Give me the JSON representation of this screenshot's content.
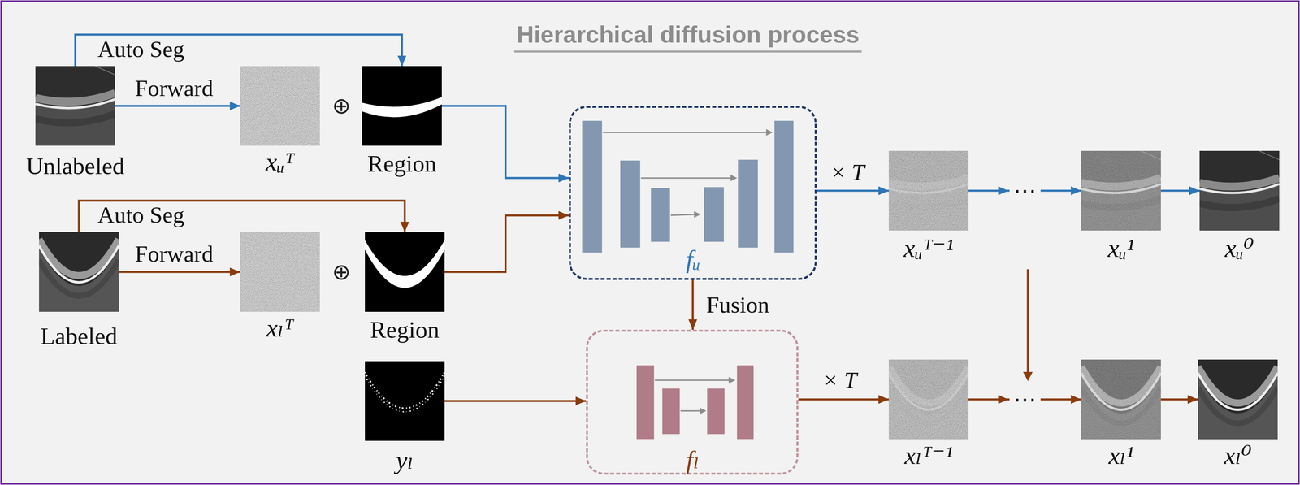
{
  "diagram": {
    "title": "Hierarchical diffusion process",
    "nodes": [
      {
        "text": [
          "Unlabeled"
        ]
      },
      {
        "text": [
          "xᵤᵀ"
        ]
      },
      {
        "text": [
          "Region"
        ]
      },
      {
        "text": [
          "Labeled"
        ]
      },
      {
        "text": [
          "xₗᵀ"
        ]
      },
      {
        "text": [
          "Region"
        ]
      },
      {
        "text": [
          "yₗ"
        ]
      },
      {
        "text": [
          "fᵤ"
        ]
      },
      {
        "text": [
          "fₗ"
        ]
      },
      {
        "text": [
          "xᵤᵀ⁻¹"
        ]
      },
      {
        "text": [
          "xᵤ¹"
        ]
      },
      {
        "text": [
          "xᵤ⁰"
        ]
      },
      {
        "text": [
          "xₗᵀ⁻¹"
        ]
      },
      {
        "text": [
          "xₗ¹"
        ]
      },
      {
        "text": [
          "xₗ⁰"
        ]
      }
    ],
    "edges": [
      {
        "from": 0,
        "to": 2,
        "label": "Auto Seg",
        "arrow": "to"
      },
      {
        "from": 0,
        "to": 1,
        "label": "Forward",
        "arrow": "to"
      },
      {
        "from": 2,
        "to": 7,
        "arrow": "to"
      },
      {
        "from": 3,
        "to": 5,
        "label": "Auto Seg",
        "arrow": "to"
      },
      {
        "from": 3,
        "to": 4,
        "label": "Forward",
        "arrow": "to"
      },
      {
        "from": 5,
        "to": 7,
        "arrow": "to"
      },
      {
        "from": 6,
        "to": 8,
        "arrow": "to"
      },
      {
        "from": 7,
        "to": 8,
        "label": "Fusion",
        "arrow": "to"
      },
      {
        "from": 7,
        "to": 9,
        "label": "× T",
        "arrow": "to"
      },
      {
        "from": 9,
        "to": 10,
        "label": "⋯",
        "arrow": "to"
      },
      {
        "from": 10,
        "to": 11,
        "arrow": "to"
      },
      {
        "from": 8,
        "to": 12,
        "label": "× T",
        "arrow": "to"
      },
      {
        "from": 12,
        "to": 13,
        "label": "⋯",
        "arrow": "to"
      },
      {
        "from": 13,
        "to": 14,
        "arrow": "to"
      }
    ],
    "labels": [
      "⊕",
      "⊕"
    ]
  }
}
